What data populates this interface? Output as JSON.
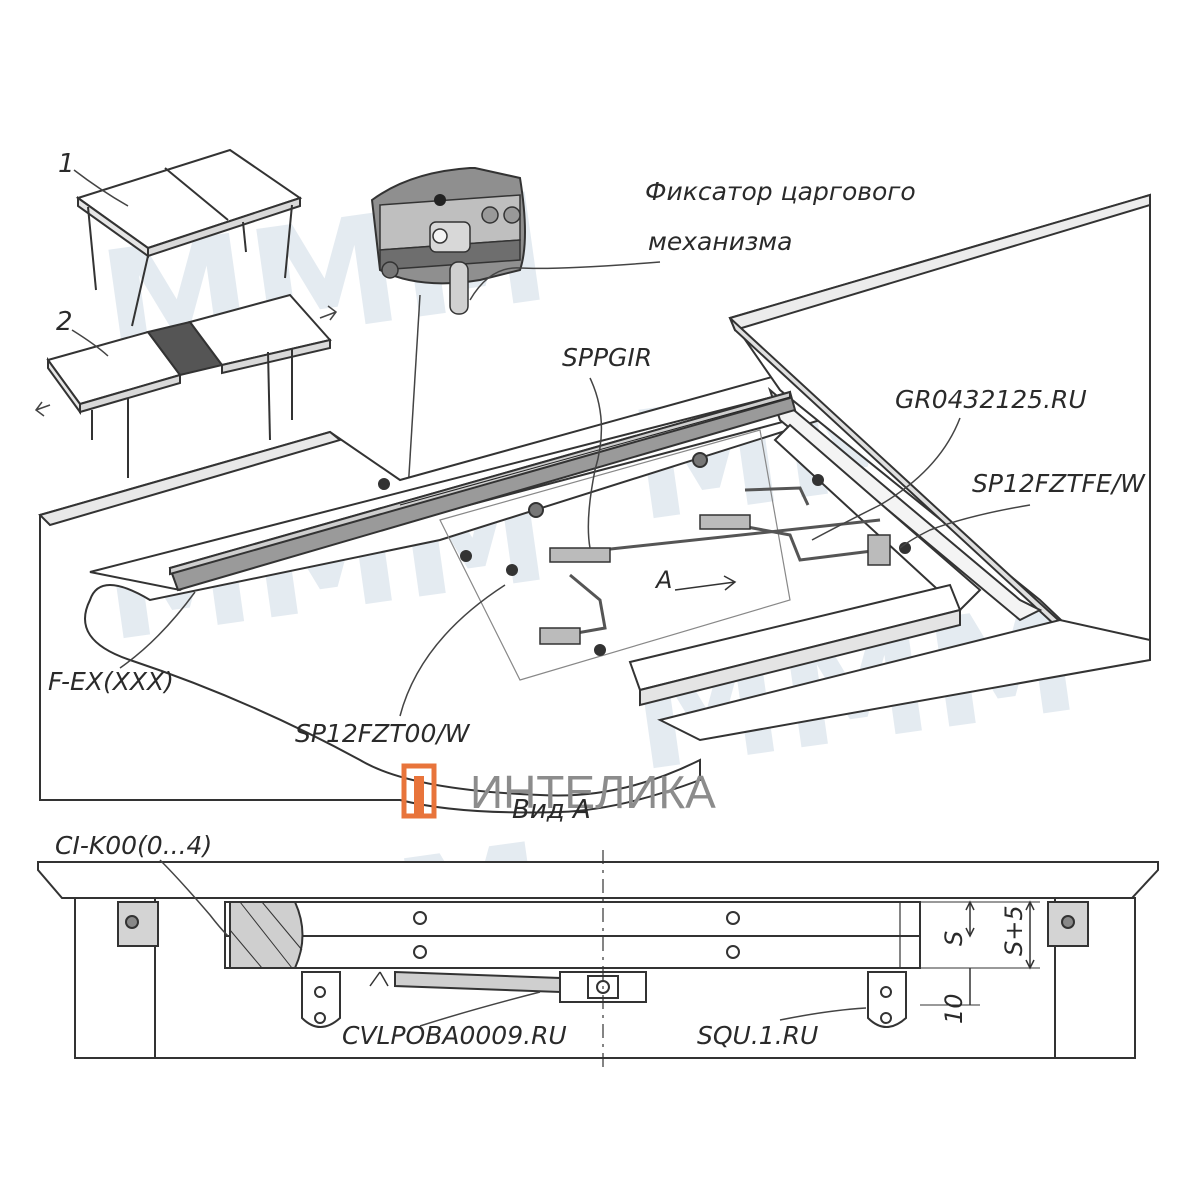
{
  "callouts": {
    "fixator_line1": "Фиксатор царгового",
    "fixator_line2": "механизма",
    "sppgir": "SPPGIR",
    "gr0432125": "GR0432125.RU",
    "sp12fztfe": "SP12FZTFE/W",
    "fex": "F-EX(XXX)",
    "sp12fzt00": "SP12FZT00/W",
    "view_a_arrow": "A",
    "view_a_title": "Вид A",
    "ci_k00": "CI-K00(0...4)",
    "cvlpoba": "CVLPOBA0009.RU",
    "squ1": "SQU.1.RU"
  },
  "steps": {
    "one": "1",
    "two": "2"
  },
  "dimensions": {
    "s": "S",
    "s_plus_5": "S+5",
    "ten": "10"
  },
  "brand": {
    "name": "ИНТЕЛИКА",
    "logo_color": "#e8743b"
  },
  "watermark": {
    "text": "MMM",
    "color": "#cfdbe6"
  }
}
